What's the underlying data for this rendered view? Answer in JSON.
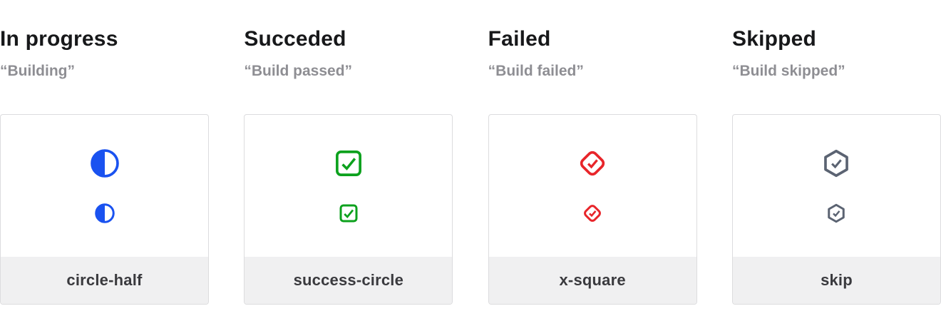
{
  "columns": [
    {
      "title": "In progress",
      "subtitle": "“Building”",
      "label": "circle-half",
      "icon": "circle-half-icon",
      "icon_color": "#1a52f0"
    },
    {
      "title": "Succeded",
      "subtitle": "“Build passed”",
      "label": "success-circle",
      "icon": "success-circle-icon",
      "icon_color": "#0ca11d"
    },
    {
      "title": "Failed",
      "subtitle": "“Build failed”",
      "label": "x-square",
      "icon": "x-square-icon",
      "icon_color": "#e8252a"
    },
    {
      "title": "Skipped",
      "subtitle": "“Build skipped”",
      "label": "skip",
      "icon": "skip-icon",
      "icon_color": "#5b6372"
    }
  ],
  "theme": {
    "title_color": "#17181a",
    "subtitle_color": "#8e8e93",
    "card_border": "#dcdcde",
    "card_footer_bg": "#f0f0f1",
    "card_footer_text": "#3a3a3e",
    "page_bg": "#ffffff"
  }
}
